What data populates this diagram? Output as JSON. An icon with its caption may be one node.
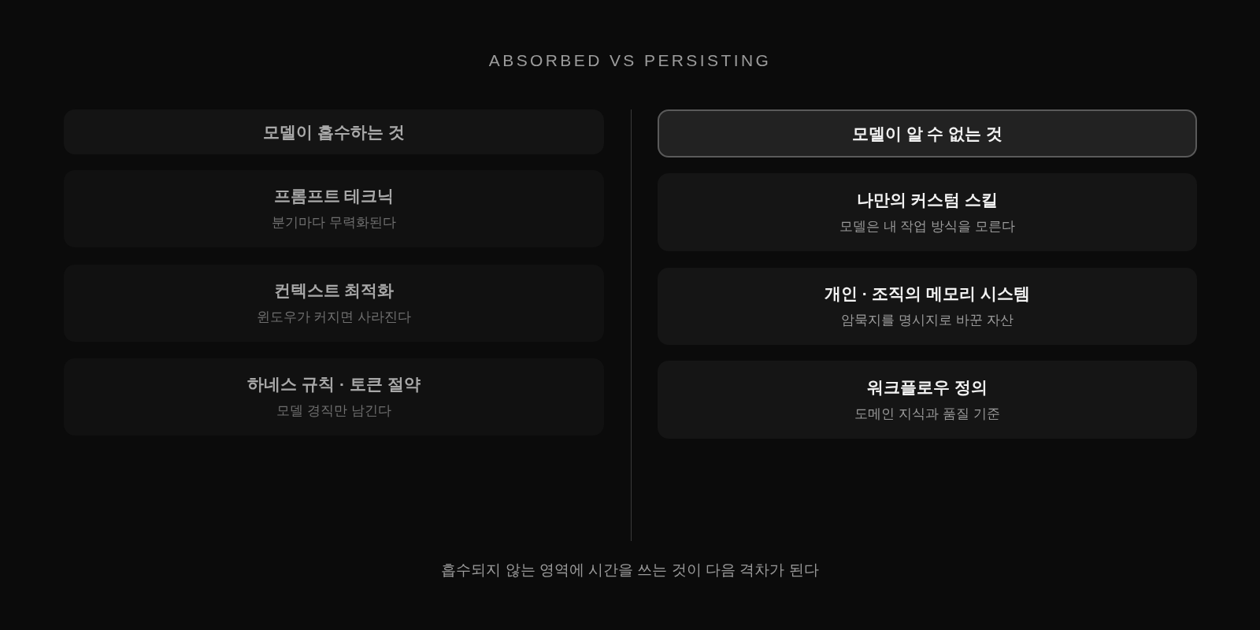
{
  "diagram": {
    "title": "ABSORBED VS PERSISTING",
    "caption": "흡수되지 않는 영역에 시간을 쓰는 것이 다음 격차가 된다",
    "nodes": [
      {
        "text": [
          "모델이 흡수하는 것"
        ]
      },
      {
        "text": [
          "프롬프트 테크닉",
          "분기마다 무력화된다"
        ]
      },
      {
        "text": [
          "컨텍스트 최적화",
          "윈도우가 커지면 사라진다"
        ]
      },
      {
        "text": [
          "하네스 규칙 · 토큰 절약",
          "모델 경직만 남긴다"
        ]
      },
      {
        "text": [
          "모델이 알 수 없는 것"
        ]
      },
      {
        "text": [
          "나만의 커스텀 스킬",
          "모델은 내 작업 방식을 모른다"
        ]
      },
      {
        "text": [
          "개인 · 조직의 메모리 시스템",
          "암묵지를 명시지로 바꾼 자산"
        ]
      },
      {
        "text": [
          "워크플로우 정의",
          "도메인 지식과 품질 기준"
        ]
      }
    ]
  }
}
